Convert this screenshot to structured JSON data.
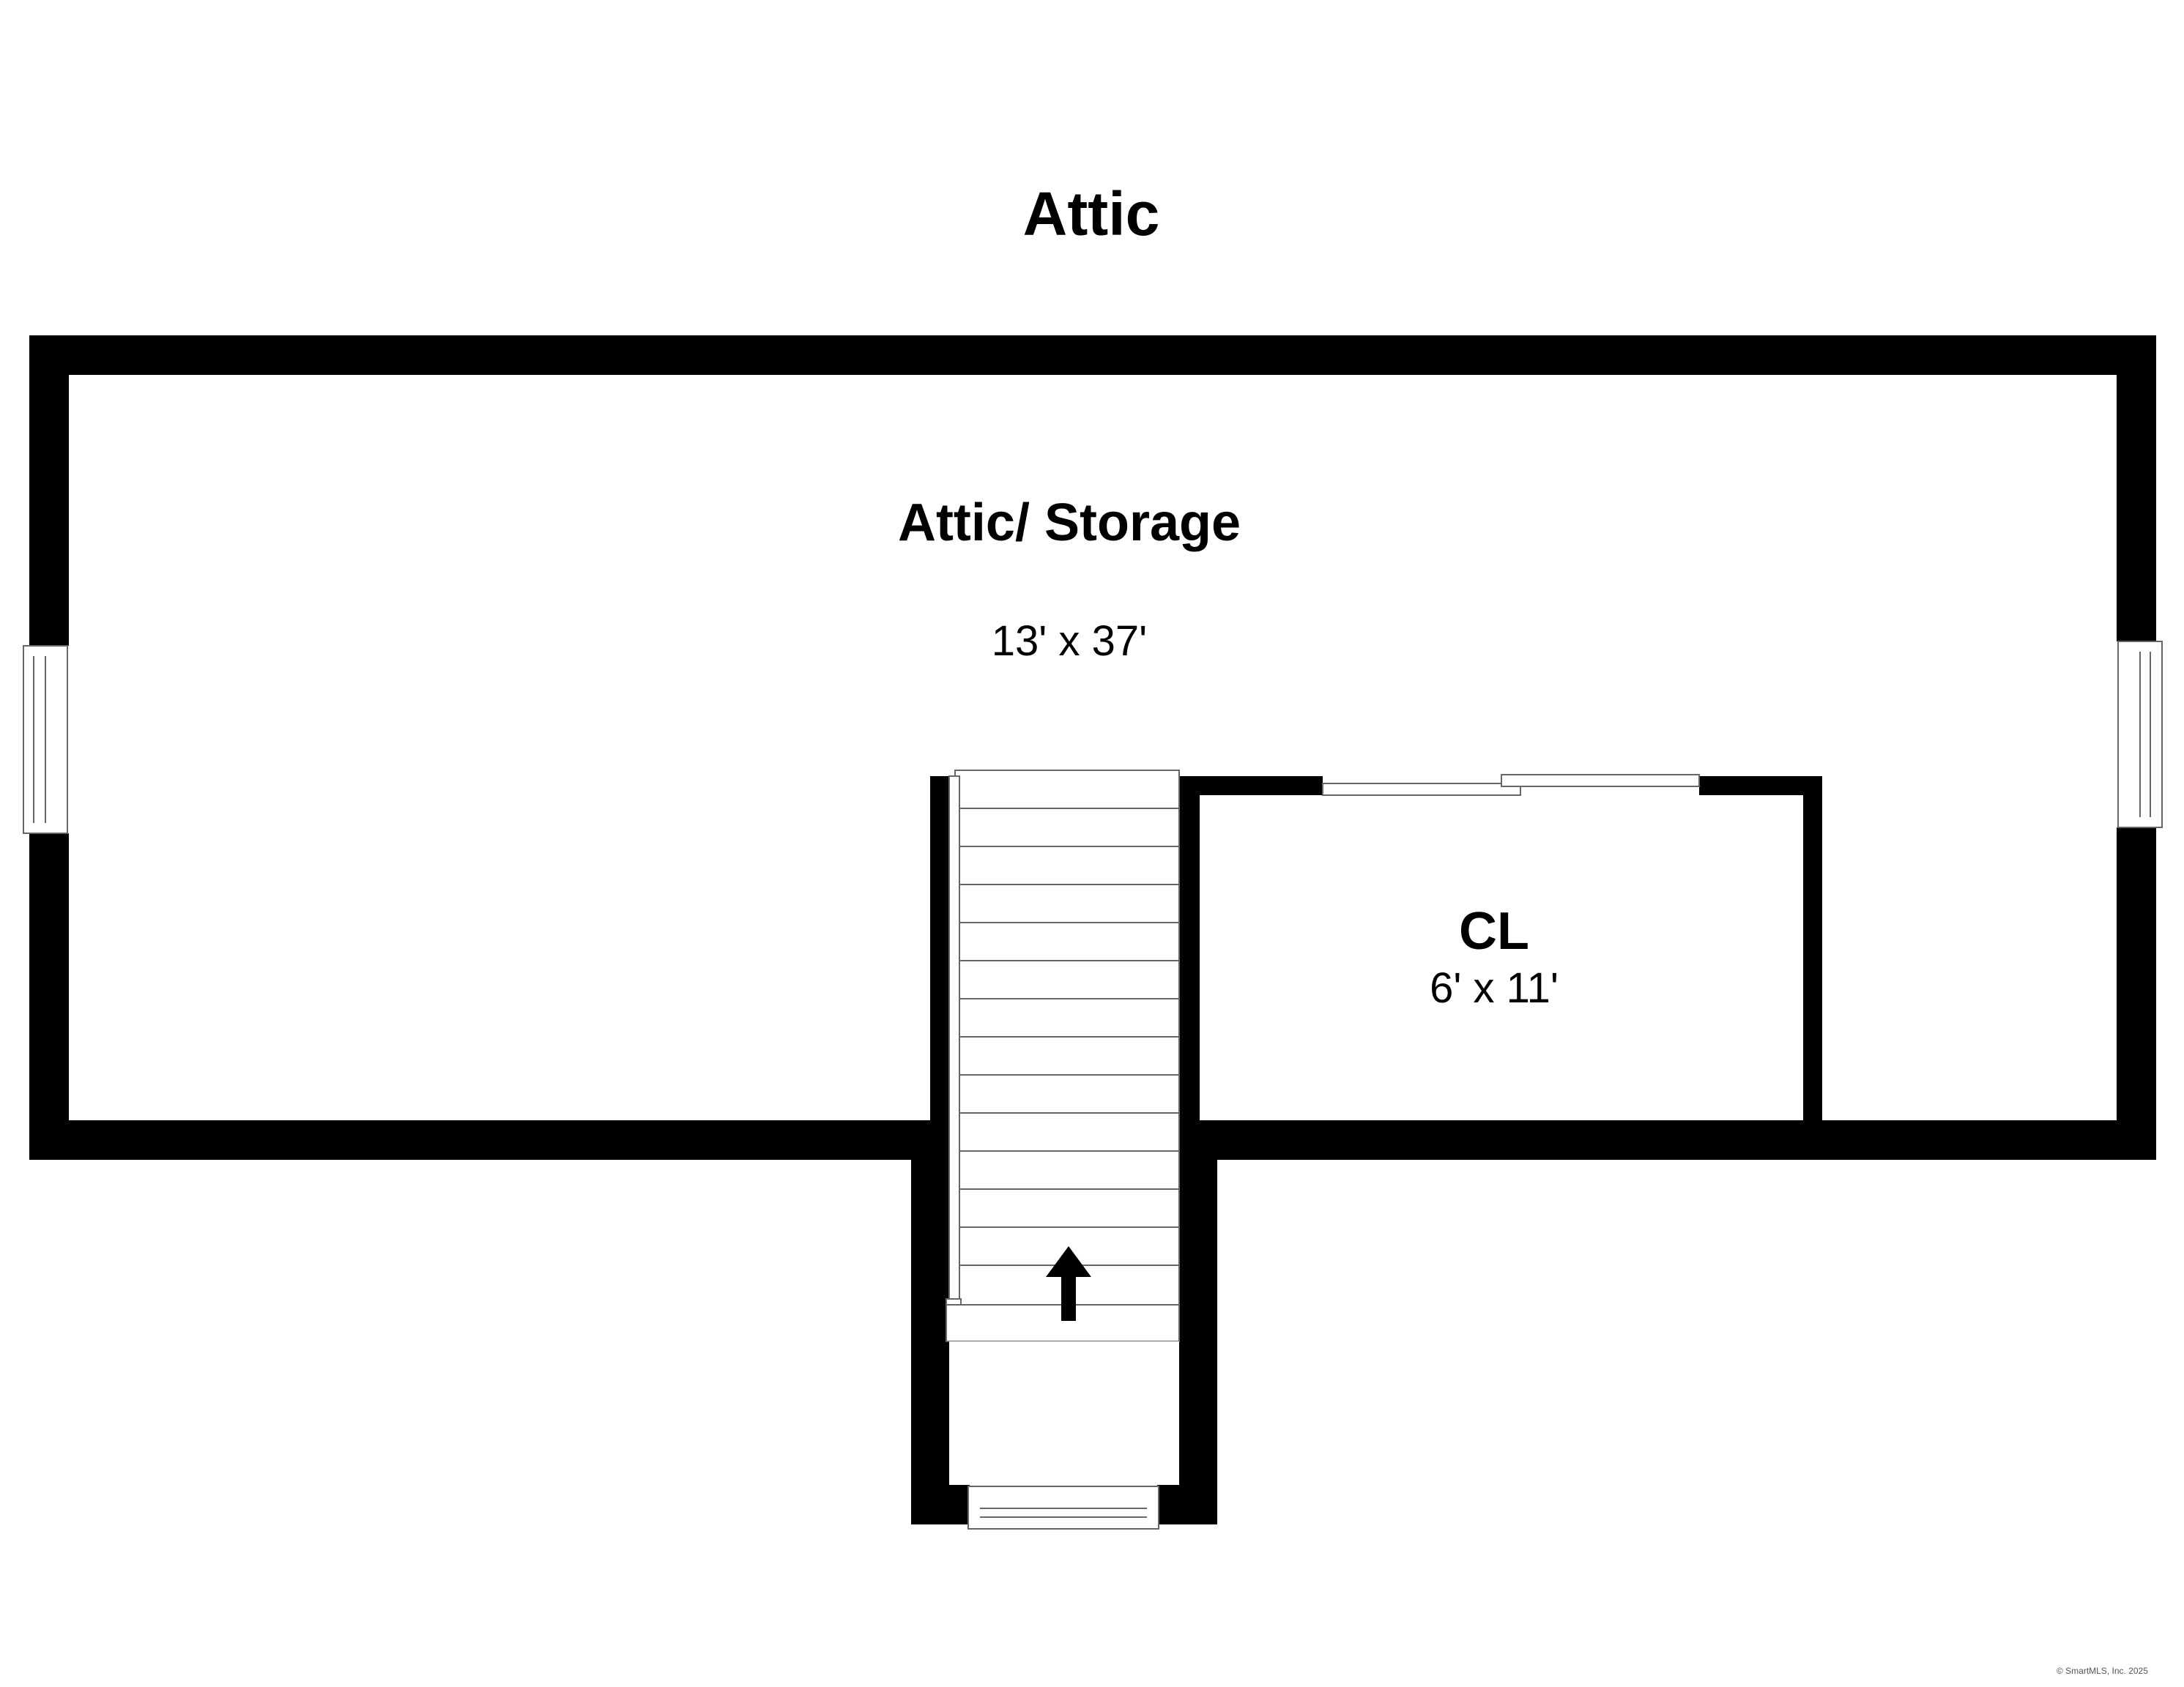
{
  "floor": {
    "title": "Attic"
  },
  "rooms": [
    {
      "name": "Attic/ Storage",
      "dimensions": "13' x 37'"
    },
    {
      "name": "CL",
      "dimensions": "6' x 11'"
    }
  ],
  "icons": {
    "stair_direction": "up-arrow-icon",
    "windows": "window-icon",
    "closet_door": "sliding-door-icon"
  },
  "colors": {
    "wall": "#000000",
    "background": "#ffffff",
    "fixture_outline": "#666666"
  },
  "copyright": "© SmartMLS, Inc. 2025"
}
